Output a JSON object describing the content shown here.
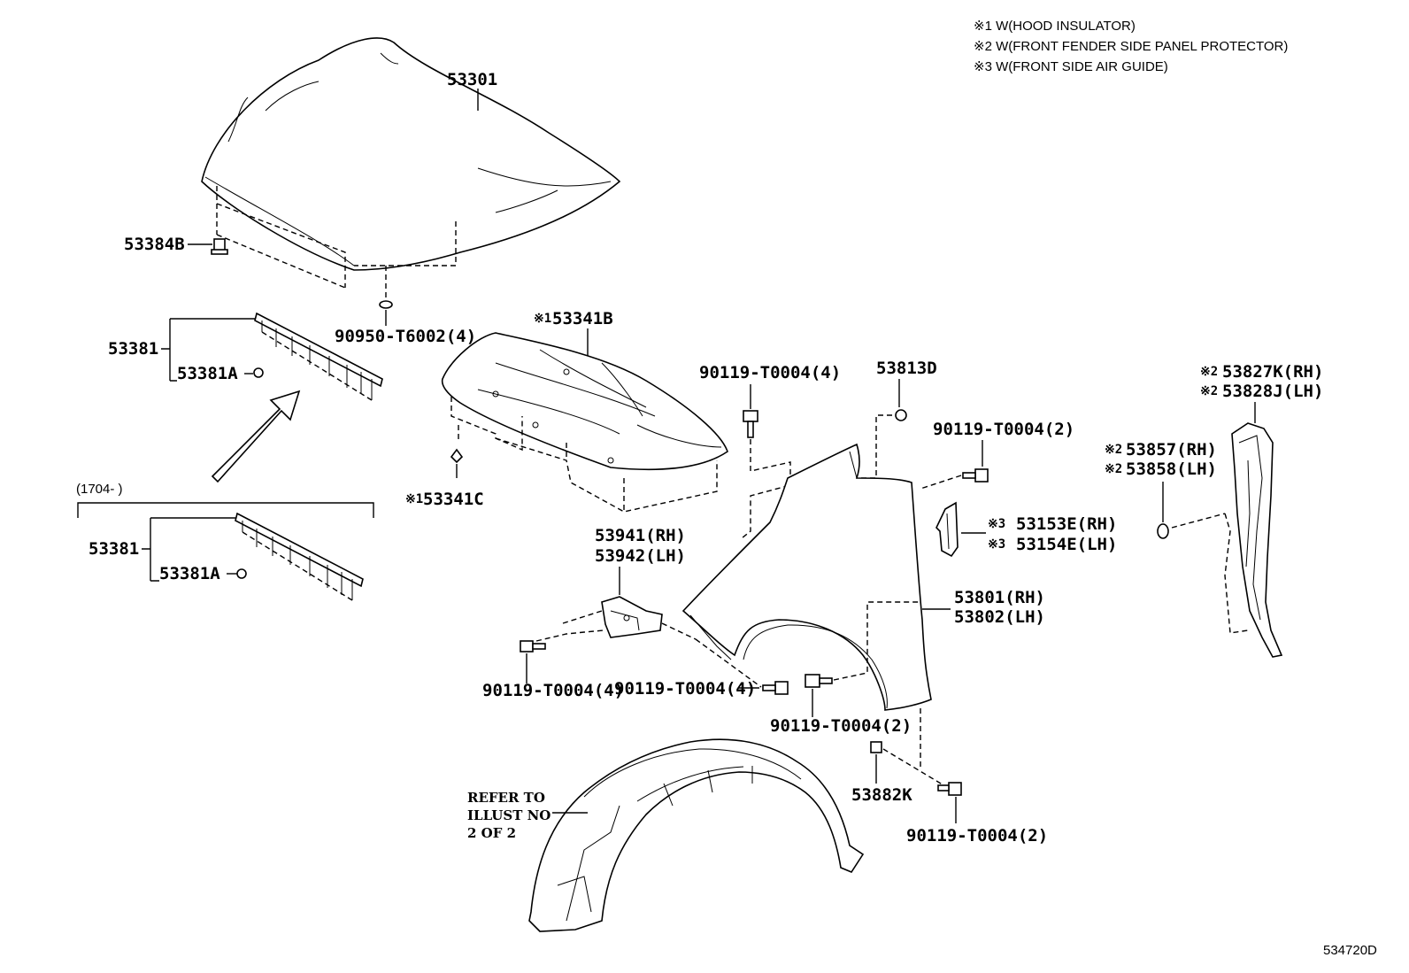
{
  "notes": [
    "※1 W(HOOD INSULATOR)",
    "※2 W(FRONT FENDER SIDE PANEL PROTECTOR)",
    "※3 W(FRONT SIDE AIR GUIDE)"
  ],
  "labels": {
    "hood": "53301",
    "hood_cushion": "53384B",
    "seal_upper": "53381",
    "seal_upper_clip": "53381A",
    "insulator_clip": "90950-T6002(4)",
    "insulator": "53341B",
    "insulator_mark": "※1",
    "insulator_retainer": "53341C",
    "insulator_retainer_mark": "※1",
    "date_range": "(1704-      )",
    "seal_lower": "53381",
    "seal_lower_clip": "53381A",
    "bolt_top": "90119-T0004(4)",
    "stopper": "53813D",
    "bolt_fender_top": "90119-T0004(2)",
    "panel_protector_rh": "53827K(RH)",
    "panel_protector_lh": "53828J(LH)",
    "panel_protector_mark": "※2",
    "clip_rh": "53857(RH)",
    "clip_lh": "53858(LH)",
    "clip_mark": "※2",
    "air_guide_rh": "53153E(RH)",
    "air_guide_lh": "53154E(LH)",
    "air_guide_mark": "※3",
    "bracket_rh": "53941(RH)",
    "bracket_lh": "53942(LH)",
    "fender_rh": "53801(RH)",
    "fender_lh": "53802(LH)",
    "bolt_bracket_left": "90119-T0004(4)",
    "bolt_bracket_right": "90119-T0004(4)",
    "bolt_fender_mid": "90119-T0004(2)",
    "nut": "53882K",
    "bolt_fender_bottom": "90119-T0004(2)",
    "refer_line1": "REFER TO",
    "refer_line2": "ILLUST NO",
    "refer_line3": "2 OF 2",
    "figure_id": "534720D"
  }
}
